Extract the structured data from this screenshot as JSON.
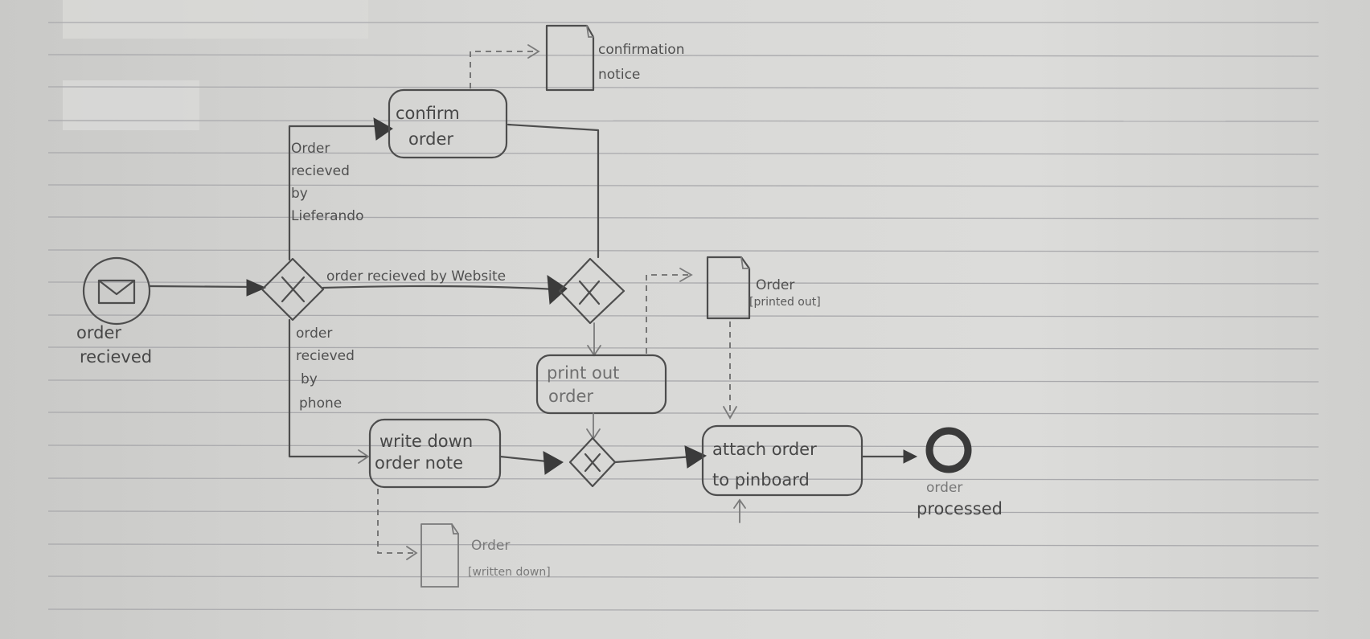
{
  "diagram": {
    "events": {
      "start_label": [
        "order",
        "recieved"
      ],
      "end_label": [
        "order",
        "processed"
      ]
    },
    "tasks": {
      "confirm_order": [
        "confirm",
        "order"
      ],
      "print_out_order": [
        "print out",
        "order"
      ],
      "write_down_order_note": [
        "write down",
        "order note"
      ],
      "attach_order_to_pinboard": [
        "attach order",
        "to pinboard"
      ]
    },
    "flows": {
      "by_website": "order recieved by Website",
      "by_lieferando": [
        "Order",
        "recieved",
        "by",
        "Lieferando"
      ],
      "by_phone": [
        "order",
        "recieved",
        "by",
        "phone"
      ]
    },
    "data_objects": {
      "confirmation_notice": [
        "confirmation",
        "notice"
      ],
      "order_printed_out": [
        "Order",
        "[printed out]"
      ],
      "order_written_down": [
        "Order",
        "[written down]"
      ]
    }
  }
}
